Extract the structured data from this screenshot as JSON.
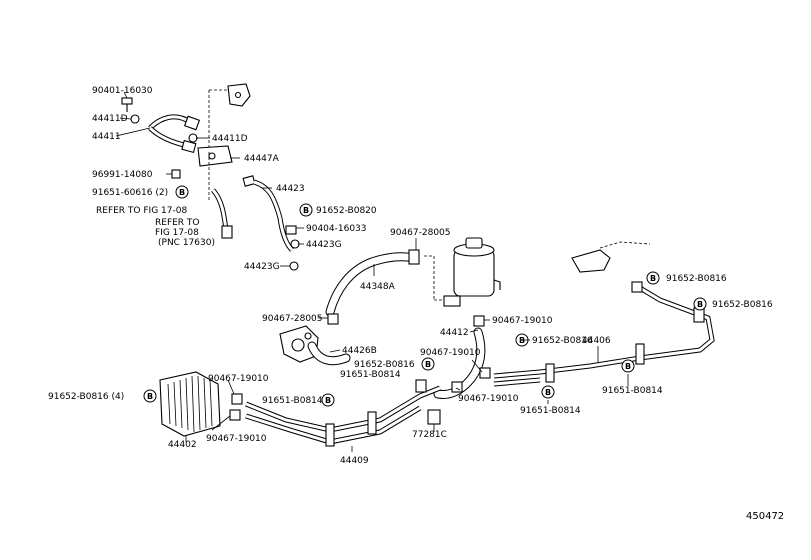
{
  "diagram": {
    "figure_number": "450472",
    "symbol_letter": "B",
    "labels": {
      "p90401_16030": "90401-16030",
      "p44411D_a": "44411D",
      "p44411": "44411",
      "p44411D_b": "44411D",
      "p44447A": "44447A",
      "p96991_14080": "96991-14080",
      "p91651_60616": "91651-60616 (2)",
      "refer1": "REFER TO FIG 17-08",
      "refer2_line1": "REFER TO",
      "refer2_line2": "FIG 17-08",
      "refer2_line3": "(PNC 17630)",
      "p44423": "44423",
      "p91652_B0820": "91652-B0820",
      "p90404_16033": "90404-16033",
      "p44423G_a": "44423G",
      "p44423G_b": "44423G",
      "p90467_28005_a": "90467-28005",
      "p44348A": "44348A",
      "p90467_28005_b": "90467-28005",
      "p44426B": "44426B",
      "p44412": "44412",
      "p90467_19010_a": "90467-19010",
      "p91652_B0816_a": "91652-B0816",
      "p91652_B0816_b": "91652-B0816",
      "p91652_B0816_c": "91652-B0816",
      "p91652_B0816_d": "91652-B0816",
      "p90467_19010_b": "90467-19010",
      "p91651_B0814_a": "91651-B0814",
      "p44406": "44406",
      "p91652_B0816_4": "91652-B0816 (4)",
      "p90467_19010_c": "90467-19010",
      "p91651_B0814_b": "91651-B0814",
      "p90467_19010_d": "90467-19010",
      "p91651_B0814_c": "91651-B0814",
      "p91651_B0814_d": "91651-B0814",
      "p77281C": "77281C",
      "p44402": "44402",
      "p90467_19010_e": "90467-19010",
      "p44409": "44409"
    }
  }
}
